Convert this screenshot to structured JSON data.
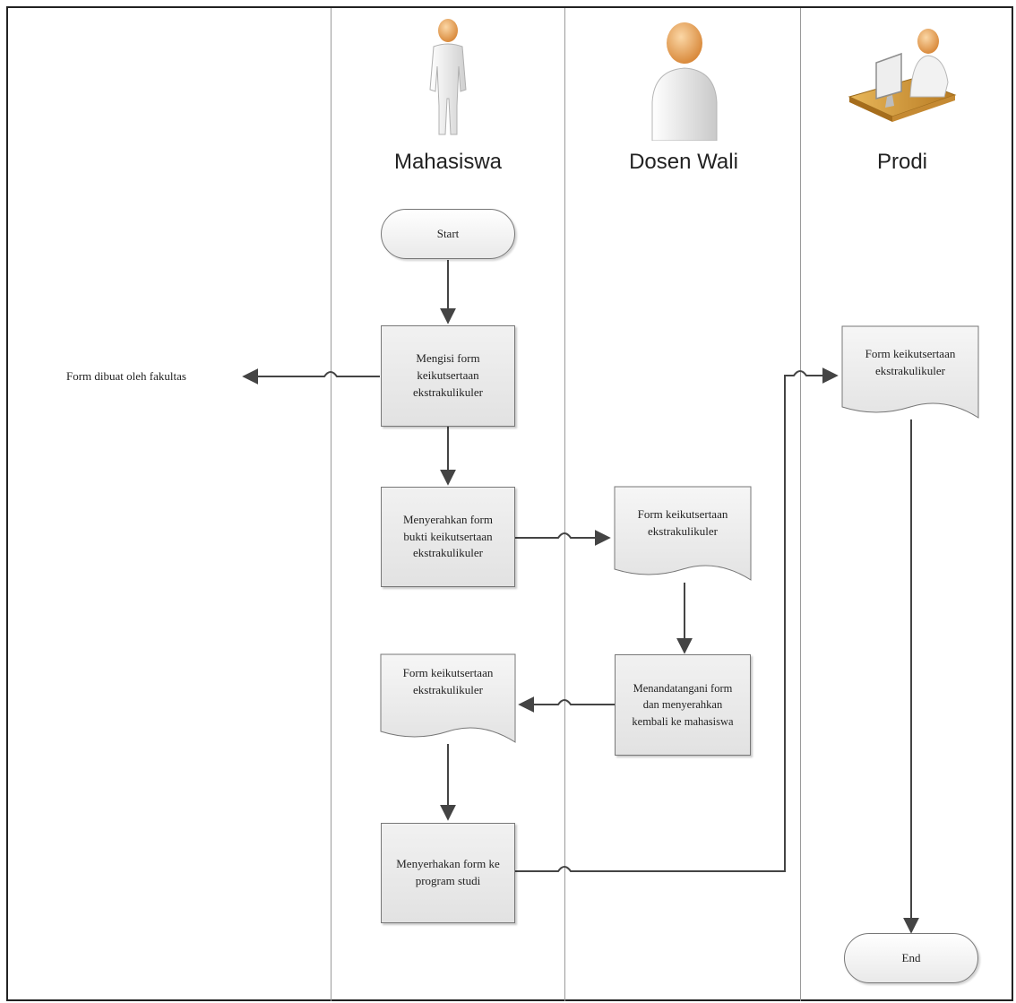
{
  "lanes": [
    {
      "id": "mahasiswa",
      "title": "Mahasiswa",
      "icon": "standing-person-icon"
    },
    {
      "id": "dosen",
      "title": "Dosen Wali",
      "icon": "person-bust-icon"
    },
    {
      "id": "prodi",
      "title": "Prodi",
      "icon": "person-at-desk-icon"
    }
  ],
  "nodes": {
    "start": "Start",
    "fill_form": "Mengisi form keikutsertaan ekstrakulikuler",
    "submit_form": "Menyerahkan form bukti keikutsertaan ekstrakulikuler",
    "doc_dosen": "Form keikutsertaan ekstrakulikuler",
    "sign_form": "Menandatangani form dan menyerahkan kembali ke mahasiswa",
    "doc_mahasiswa": "Form keikutsertaan ekstrakulikuler",
    "submit_prodi": "Menyerhakan form ke program studi",
    "doc_prodi": "Form keikutsertaan ekstrakulikuler",
    "end": "End"
  },
  "external_note": "Form dibuat oleh fakultas",
  "colors": {
    "stroke": "#444444",
    "lane_line": "#9a9a9a",
    "box_fill": "#e8e8e8",
    "skin": "#f0b070",
    "body": "#eeeeee"
  }
}
